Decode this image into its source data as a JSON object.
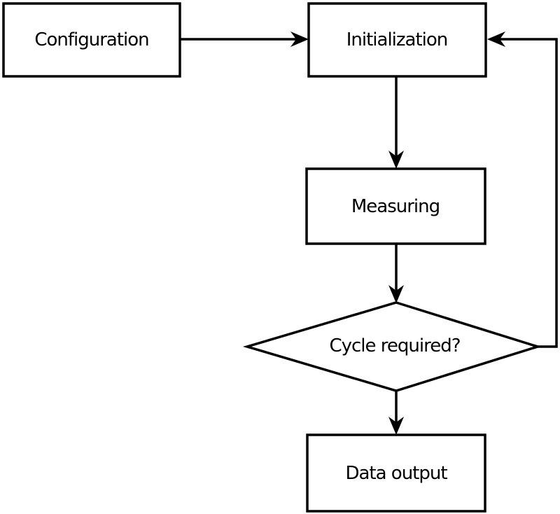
{
  "diagram": {
    "type": "flowchart",
    "background_color": "#ffffff",
    "line_color": "#000000",
    "text_color": "#000000",
    "node_fill_color": "#ffffff",
    "nodes": {
      "configuration": {
        "label": "Configuration",
        "shape": "rectangle"
      },
      "initialization": {
        "label": "Initialization",
        "shape": "rectangle"
      },
      "measuring": {
        "label": "Measuring",
        "shape": "rectangle"
      },
      "cycle_required": {
        "label": "Cycle required?",
        "shape": "diamond"
      },
      "data_output": {
        "label": "Data output",
        "shape": "rectangle"
      }
    },
    "edges": [
      {
        "from": "configuration",
        "to": "initialization",
        "direction": "right"
      },
      {
        "from": "initialization",
        "to": "measuring",
        "direction": "down"
      },
      {
        "from": "measuring",
        "to": "cycle_required",
        "direction": "down"
      },
      {
        "from": "cycle_required",
        "to": "data_output",
        "direction": "down"
      },
      {
        "from": "cycle_required",
        "to": "initialization",
        "direction": "loop-back-right"
      }
    ]
  }
}
